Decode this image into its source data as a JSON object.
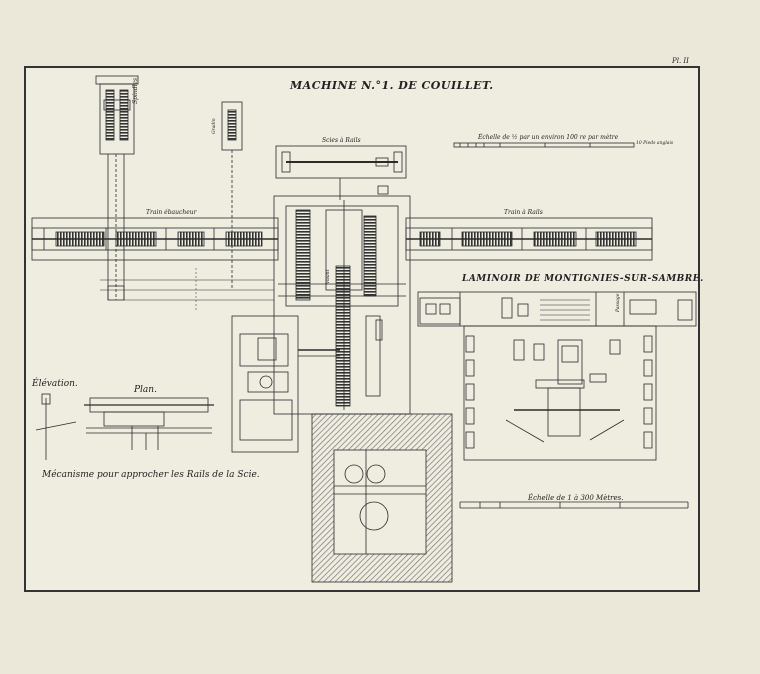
{
  "plate_number": "Pl. II",
  "title": "MACHINE N.°1. DE COUILLET.",
  "scale_top": "Échelle de ½ par un environ 100 re par mètre",
  "scale_top_note": "10 Pieds anglais",
  "labels": {
    "scies": "Scies à Rails",
    "train_ebaucheur": "Train ébaucheur",
    "train_rails": "Train à Rails",
    "spindles": "Spindles",
    "gradin": "Gradin",
    "volant": "Volant",
    "elevation": "Élévation.",
    "plan": "Plan.",
    "mecanisme": "Mécanisme pour approcher les Rails de la Scie.",
    "laminoir": "LAMINOIR DE MONTIGNIES-SUR-SAMBRE.",
    "scale_bottom": "Échelle de 1 à 300 Mètres.",
    "passage": "Passage"
  },
  "colors": {
    "paper": "#ebe8d9",
    "ink": "#2b2b2b",
    "hatch": "#8a8880"
  }
}
